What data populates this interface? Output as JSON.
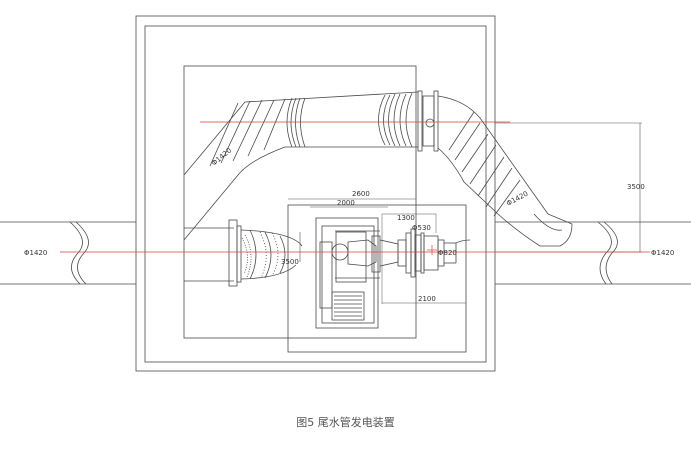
{
  "caption": "图5 尾水管发电装置",
  "dimensions": {
    "dia_upper_pipe": "Φ1420",
    "dia_left_inlet": "Φ1420",
    "dia_right_pipe": "Φ1420",
    "dia_right_outlet": "Φ1420",
    "dia_valve": "Φ820",
    "dia_flange": "Φ530",
    "len_2600": "2600",
    "len_2000": "2000",
    "len_1300": "1300",
    "len_2100": "2100",
    "len_3500_left": "3500",
    "len_3500_right": "3500"
  },
  "colors": {
    "line": "#4a4a4a",
    "centerline": "#d9433a",
    "fill": "#ffffff",
    "text": "#555555"
  }
}
